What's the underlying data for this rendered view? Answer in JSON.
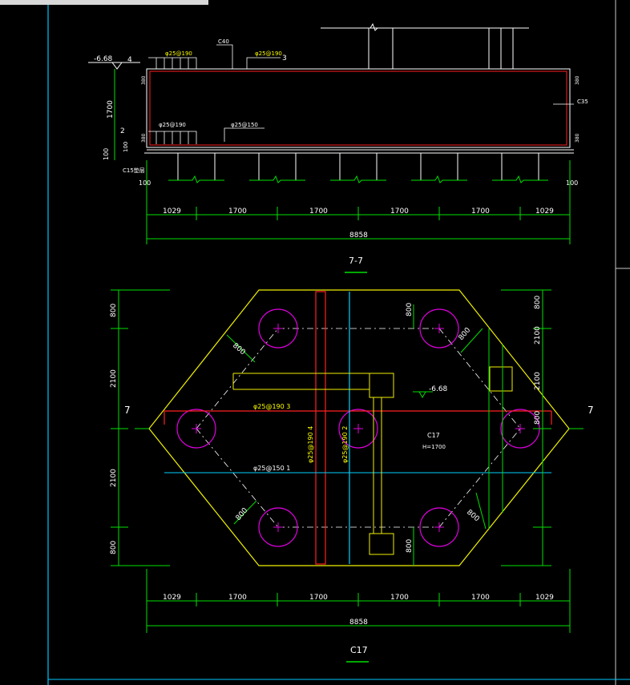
{
  "colors": {
    "background": "#000000",
    "dimension_line": "#00e000",
    "outline": "#ffffff",
    "footing_outline": "#f0f000",
    "pile": "#e000e0",
    "rebar_red": "#ff2020",
    "rebar_cyan": "#00d0ff",
    "frame_cyan": "#00c8ff",
    "label_yellow": "#ffff00"
  },
  "section": {
    "title": "7-7",
    "elevation": "-6.68",
    "mark_4": "4",
    "mark_2": "2",
    "mark_3": "3",
    "depth": "1700",
    "cover_100": "100",
    "cover_380": "380",
    "rebar_top_1": "φ25@190",
    "rebar_top_2": "φ25@190",
    "rebar_bottom_1": "φ25@190",
    "rebar_bottom_2": "φ25@150",
    "concrete_top": "C40",
    "concrete_side": "C35",
    "cushion": "C15垫层",
    "side_100_left": "100",
    "side_100_right": "100",
    "dim_segments": [
      "1029",
      "1700",
      "1700",
      "1700",
      "1700",
      "1029"
    ],
    "dim_total": "8858"
  },
  "plan": {
    "title": "C17",
    "cap_name": "C17",
    "cap_height": "H=1700",
    "elevation": "-6.68",
    "section_mark_left": "7",
    "section_mark_right": "7",
    "rebar_3": "φ25@190  3",
    "rebar_1": "φ25@150  1",
    "rebar_4": "φ25@190  4",
    "rebar_2": "φ25@190  2",
    "edge_800_a": "800",
    "edge_800_b": "800",
    "left_dims": [
      "800",
      "2100",
      "2100",
      "800"
    ],
    "right_dims": [
      "800",
      "2100",
      "2100",
      "800"
    ],
    "mid_800_top": "800",
    "mid_800_bottom": "800",
    "dim_segments": [
      "1029",
      "1700",
      "1700",
      "1700",
      "1700",
      "1029"
    ],
    "dim_total": "8858"
  }
}
